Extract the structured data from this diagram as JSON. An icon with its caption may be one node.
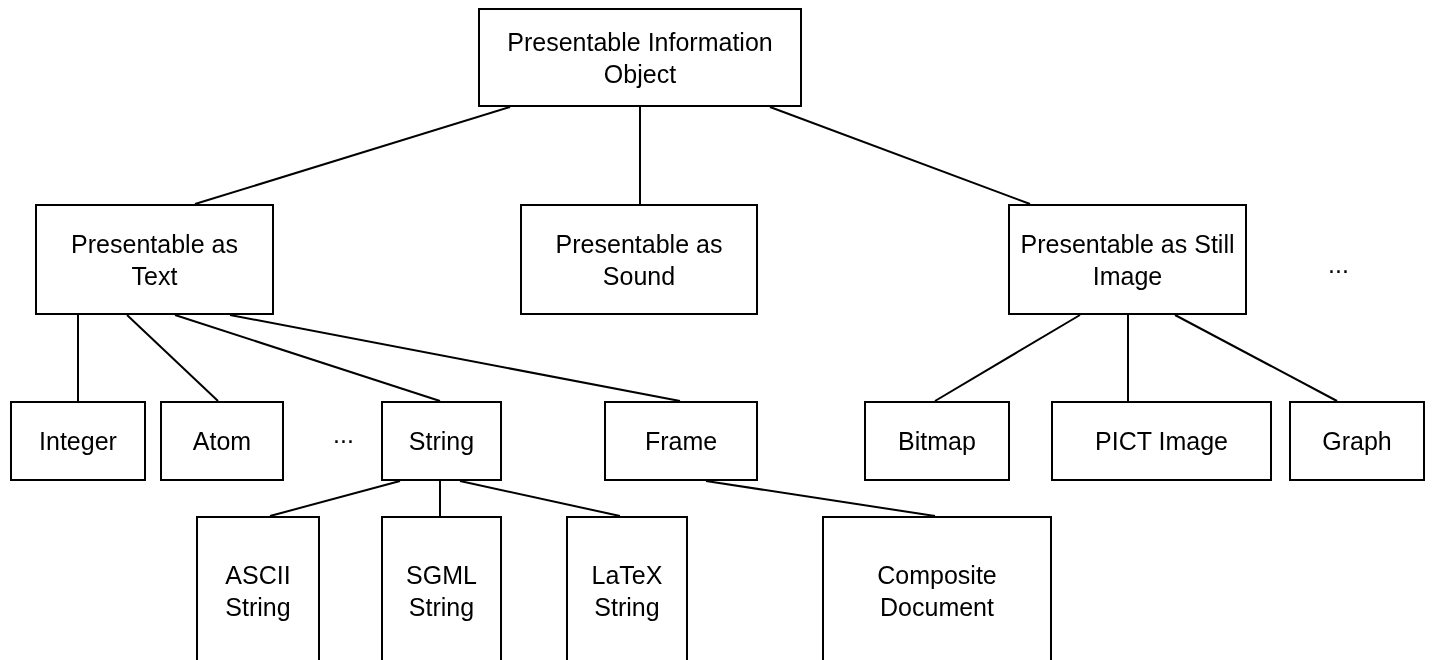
{
  "diagram": {
    "nodes": [
      {
        "text": [
          "Presentable Information Object"
        ]
      },
      {
        "text": [
          "Presentable as Text"
        ]
      },
      {
        "text": [
          "Presentable as Sound"
        ]
      },
      {
        "text": [
          "Presentable as Still Image"
        ]
      },
      {
        "text": [
          "Integer"
        ]
      },
      {
        "text": [
          "Atom"
        ]
      },
      {
        "text": [
          "String"
        ]
      },
      {
        "text": [
          "Frame"
        ]
      },
      {
        "text": [
          "Bitmap"
        ]
      },
      {
        "text": [
          "PICT Image"
        ]
      },
      {
        "text": [
          "Graph"
        ]
      },
      {
        "text": [
          "ASCII String"
        ]
      },
      {
        "text": [
          "SGML String"
        ]
      },
      {
        "text": [
          "LaTeX String"
        ]
      },
      {
        "text": [
          "Composite Document"
        ]
      }
    ],
    "edges": [
      {
        "from": 0,
        "to": 1,
        "arrow": "none"
      },
      {
        "from": 0,
        "to": 2,
        "arrow": "none"
      },
      {
        "from": 0,
        "to": 3,
        "arrow": "none"
      },
      {
        "from": 1,
        "to": 4,
        "arrow": "none"
      },
      {
        "from": 1,
        "to": 5,
        "arrow": "none"
      },
      {
        "from": 1,
        "to": 6,
        "arrow": "none"
      },
      {
        "from": 1,
        "to": 7,
        "arrow": "none"
      },
      {
        "from": 3,
        "to": 8,
        "arrow": "none"
      },
      {
        "from": 3,
        "to": 9,
        "arrow": "none"
      },
      {
        "from": 3,
        "to": 10,
        "arrow": "none"
      },
      {
        "from": 6,
        "to": 11,
        "arrow": "none"
      },
      {
        "from": 6,
        "to": 12,
        "arrow": "none"
      },
      {
        "from": 6,
        "to": 13,
        "arrow": "none"
      },
      {
        "from": 7,
        "to": 14,
        "arrow": "none"
      }
    ],
    "labels": [
      "...",
      "..."
    ]
  }
}
